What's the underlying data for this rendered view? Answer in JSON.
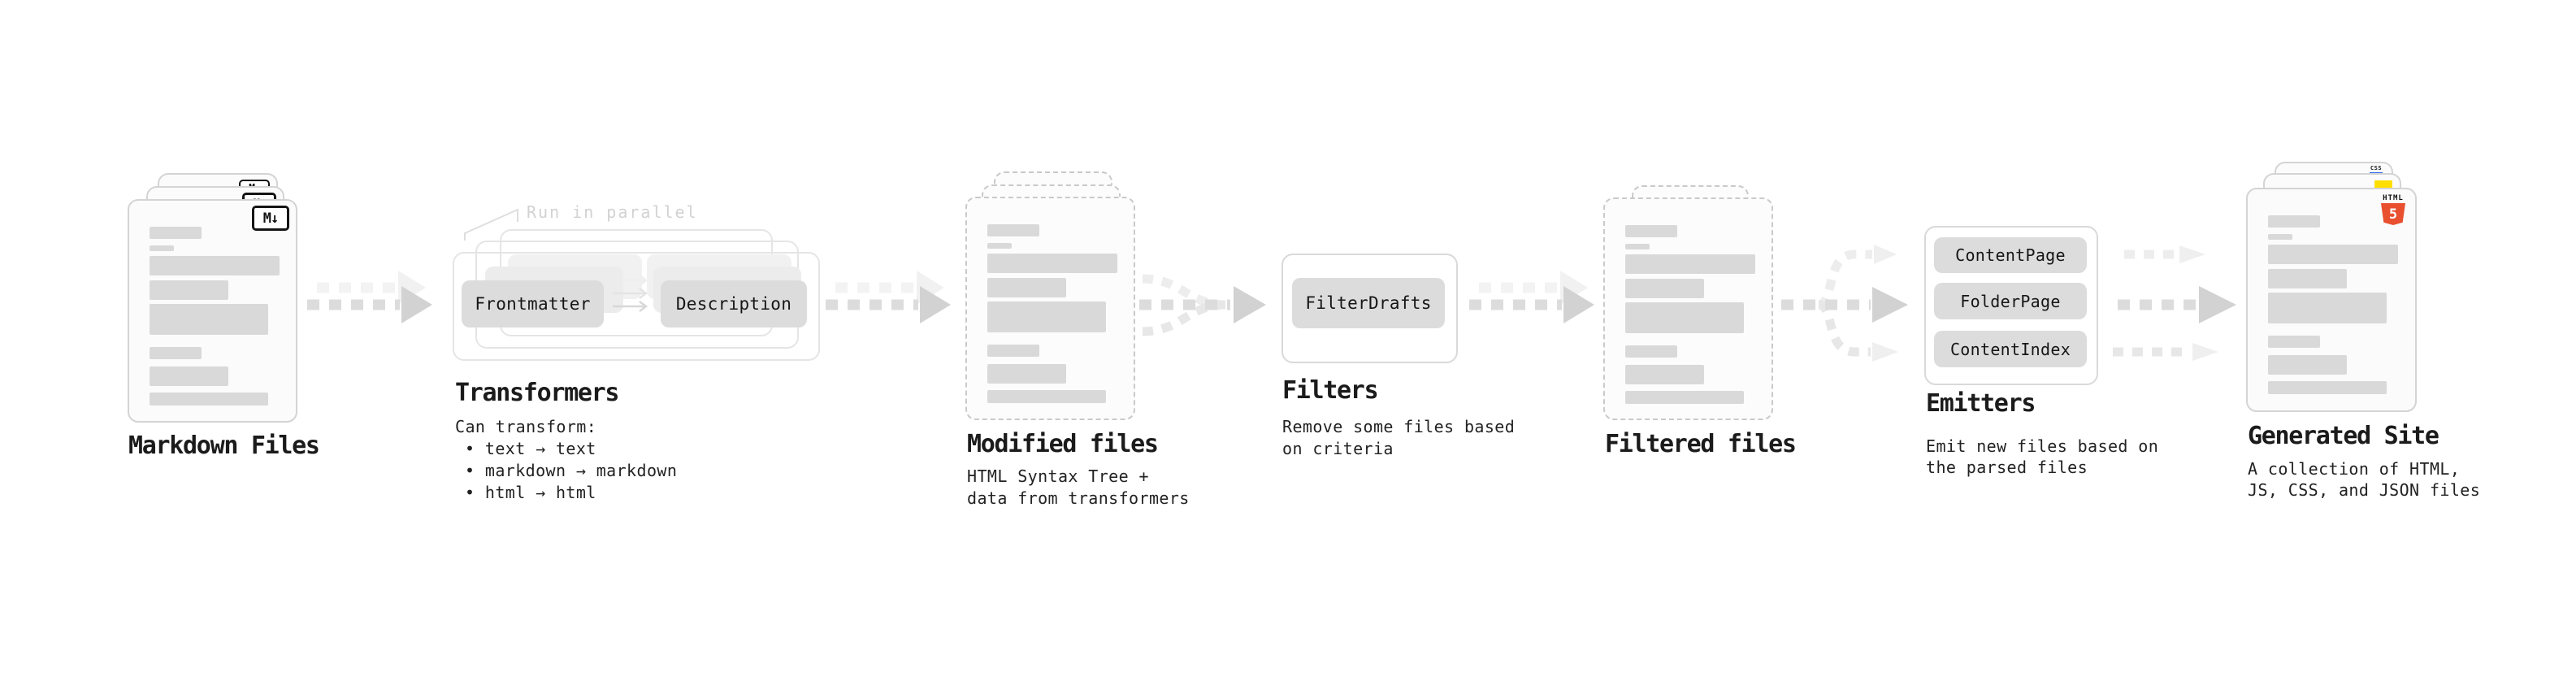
{
  "stages": {
    "markdown": {
      "label": "Markdown Files",
      "badge": "M↓",
      "icon": "markdown-icon"
    },
    "transformers": {
      "label": "Transformers",
      "annotation": "Run in parallel",
      "chip_from": "Frontmatter",
      "chip_to": "Description",
      "caption_title": "Can transform:",
      "bullets": [
        "• text → text",
        "• markdown → markdown",
        "• html → html"
      ]
    },
    "modified": {
      "label": "Modified files",
      "caption_line1": "HTML Syntax Tree +",
      "caption_line2": "data from transformers"
    },
    "filters": {
      "label": "Filters",
      "chip": "FilterDrafts",
      "caption_line1": "Remove some files based",
      "caption_line2": "on criteria"
    },
    "filtered": {
      "label": "Filtered files"
    },
    "emitters": {
      "label": "Emitters",
      "chips": [
        "ContentPage",
        "FolderPage",
        "ContentIndex"
      ],
      "caption_line1": "Emit new files based on",
      "caption_line2": "the parsed files"
    },
    "generated": {
      "label": "Generated Site",
      "caption_line1": "A collection of HTML,",
      "caption_line2": "JS, CSS, and JSON files",
      "badges": {
        "html5_label": "HTML",
        "html5_number": "5",
        "css_label": "CSS"
      }
    }
  },
  "colors": {
    "text": "#1b1b1b",
    "chip": "#dcdcdc",
    "card_border": "#d4d4d4",
    "dashed_border": "#c9c9c9",
    "arrow": "#dcdcdc",
    "arrow_head": "#d2d2d2",
    "annotation_gray": "#d2d2d2",
    "html5_orange": "#E8502F",
    "js_yellow": "#FFDF00",
    "css_blue": "#2965F1"
  }
}
